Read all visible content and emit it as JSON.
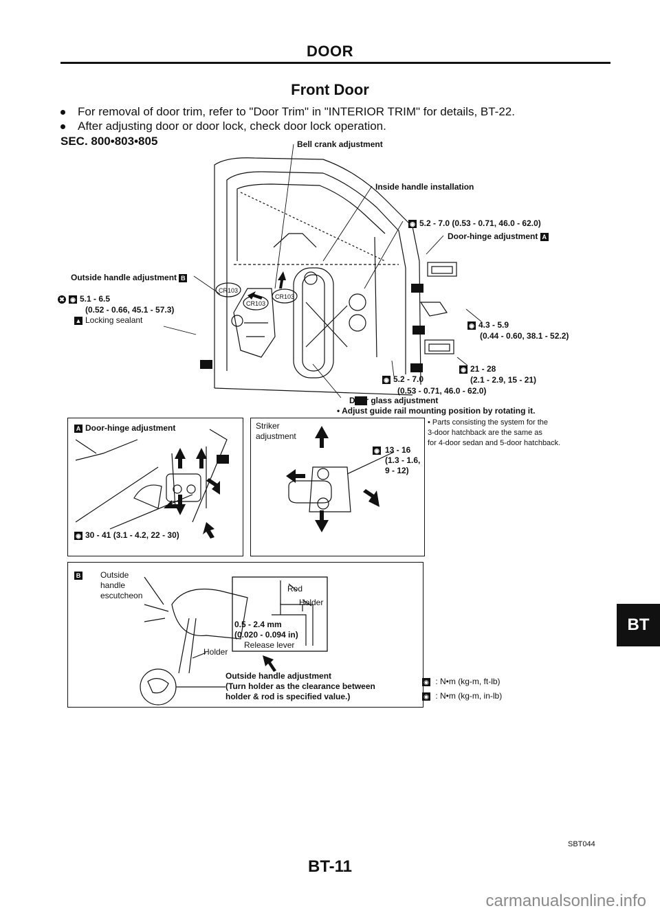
{
  "header": {
    "section": "DOOR",
    "title": "Front Door"
  },
  "intro": [
    "For removal of door trim, refer to \"Door Trim\" in \"INTERIOR TRIM\" for details, BT-22.",
    "After adjusting door or door lock, check door lock operation."
  ],
  "sec_code": "SEC. 800•803•805",
  "main_labels": {
    "bell_crank": "Bell crank adjustment",
    "inside_handle": "Inside handle installation",
    "torque_52_70_top": "5.2 - 7.0 (0.53 - 0.71, 46.0 - 62.0)",
    "door_hinge_adj": "Door-hinge adjustment",
    "outside_handle_adj": "Outside handle adjustment",
    "torque_51_65": "5.1 - 6.5",
    "torque_51_65_b": "(0.52 - 0.66, 45.1 - 57.3)",
    "locking_sealant": "Locking sealant",
    "torque_43_59": "4.3 - 5.9",
    "torque_43_59_b": "(0.44 - 0.60, 38.1 - 52.2)",
    "torque_21_28": "21 - 28",
    "torque_21_28_b": "(2.1 - 2.9, 15 - 21)",
    "torque_52_70": "5.2 - 7.0",
    "torque_52_70_b": "(0.53 - 0.71, 46.0 - 62.0)",
    "glass_adj": "Door glass adjustment",
    "glass_adj_note": "• Adjust guide rail mounting position by rotating it.",
    "cr103": "CR103"
  },
  "note": "• Parts consisting the system for the\n3-door hatchback are the same as\nfor 4-door sedan and 5-door hatchback.",
  "box_a": {
    "marker": "A",
    "title": "Door-hinge adjustment",
    "torque": "30 - 41 (3.1 - 4.2, 22 - 30)"
  },
  "box_striker": {
    "title": "Striker\nadjustment",
    "torque": "13 - 16\n(1.3 - 1.6,\n9 - 12)"
  },
  "box_b": {
    "marker": "B",
    "escutcheon": "Outside\nhandle\nescutcheon",
    "rod": "Rod",
    "holder_top": "Holder",
    "clearance": "0.5 - 2.4 mm\n(0.020 - 0.094 in)",
    "release": "Release lever",
    "holder": "Holder",
    "caption": "Outside handle adjustment\n(Turn holder as the clearance between\nholder & rod is specified value.)"
  },
  "legend": [
    {
      "icon": "torque-wrench-icon",
      "text": ": N•m (kg-m, ft-lb)"
    },
    {
      "icon": "torque-wrench-small-icon",
      "text": ": N•m (kg-m, in-lb)"
    }
  ],
  "figure_code": "SBT044",
  "page_number": "BT-11",
  "side_tab": "BT",
  "watermark": "carmanualsonline.info"
}
